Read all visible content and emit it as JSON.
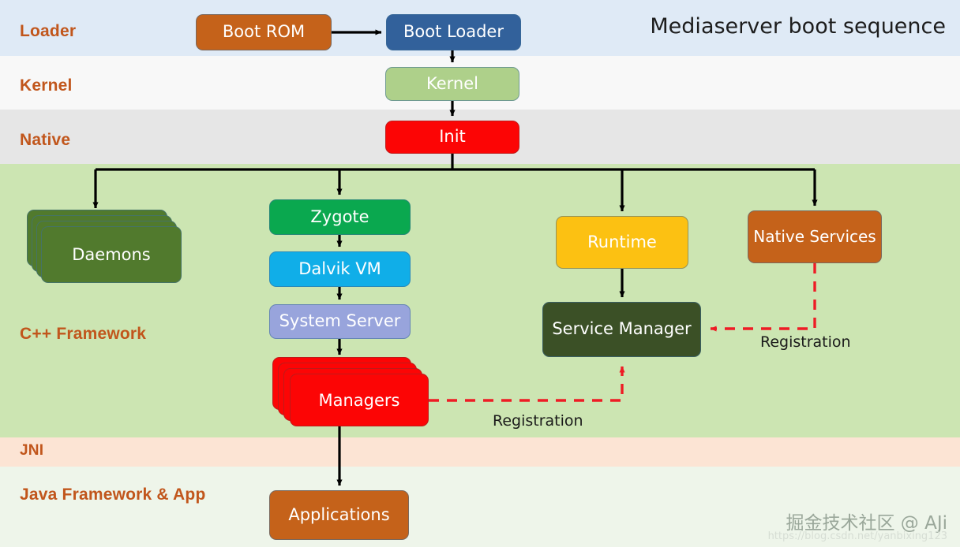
{
  "title": "Mediaserver boot sequence",
  "bands": [
    {
      "key": "loader",
      "label": "Loader",
      "color": "#dfeaf6"
    },
    {
      "key": "kernel",
      "label": "Kernel",
      "color": "#f8f8f8"
    },
    {
      "key": "native",
      "label": "Native",
      "color": "#e6e6e6"
    },
    {
      "key": "cpp",
      "label": "C++ Framework",
      "color": "#cce5b2"
    },
    {
      "key": "jni",
      "label": "JNI",
      "color": "#fce4d4"
    },
    {
      "key": "java",
      "label": "Java Framework & App",
      "color": "#eef5ea"
    }
  ],
  "band_label_color": "#c1561c",
  "nodes": {
    "boot_rom": {
      "label": "Boot ROM",
      "color": "#c5621a"
    },
    "boot_loader": {
      "label": "Boot Loader",
      "color": "#32619b"
    },
    "kernel": {
      "label": "Kernel",
      "color": "#aed08a"
    },
    "init": {
      "label": "Init",
      "color": "#fc0505"
    },
    "daemons": {
      "label": "Daemons",
      "color": "#517a2d"
    },
    "zygote": {
      "label": "Zygote",
      "color": "#0aa84f"
    },
    "dalvik_vm": {
      "label": "Dalvik VM",
      "color": "#10aee8"
    },
    "system_server": {
      "label": "System Server",
      "color": "#98a4dc"
    },
    "managers": {
      "label": "Managers",
      "color": "#fc0505"
    },
    "runtime": {
      "label": "Runtime",
      "color": "#fcc112"
    },
    "native_services": {
      "label": "Native Services",
      "color": "#c5621a"
    },
    "service_manager": {
      "label": "Service Manager",
      "color": "#3b5026"
    },
    "applications": {
      "label": "Applications",
      "color": "#c5621a"
    }
  },
  "edges": {
    "registration_managers": "Registration",
    "registration_native": "Registration",
    "solid_color": "#000000",
    "dashed_color": "#ee1c25"
  },
  "watermark": {
    "text": "掘金技术社区 @ AJi",
    "url": "https://blog.csdn.net/yanbixing123"
  }
}
